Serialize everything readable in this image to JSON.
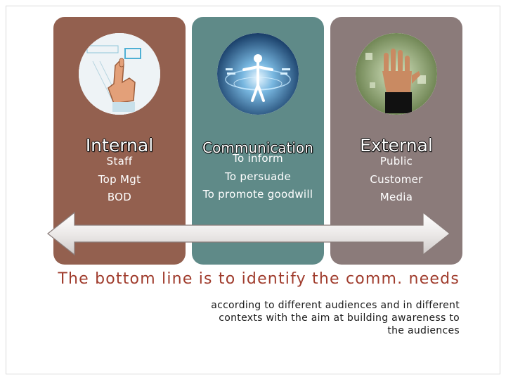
{
  "columns": {
    "internal": {
      "heading": "Internal",
      "items": [
        "Staff",
        "Top Mgt",
        "BOD"
      ]
    },
    "communication": {
      "heading": "Communication",
      "items": [
        "To inform",
        "To persuade",
        "To promote goodwill"
      ]
    },
    "external": {
      "heading": "External",
      "items": [
        "Public",
        "Customer",
        "Media"
      ]
    }
  },
  "icons": {
    "internal": "hand-pointing-icon",
    "communication": "human-figure-icon",
    "external": "raised-hand-icon"
  },
  "colors": {
    "internal_panel": "#93604f",
    "communication_panel": "#5f8a88",
    "external_panel": "#8b7b7a",
    "bottom_line_text": "#a03c2d"
  },
  "footer": {
    "bottom_line": "The bottom line is to identify the comm. needs",
    "description_lines": [
      "according to different audiences and in different",
      "contexts with the aim at building awareness to",
      "the audiences"
    ]
  }
}
